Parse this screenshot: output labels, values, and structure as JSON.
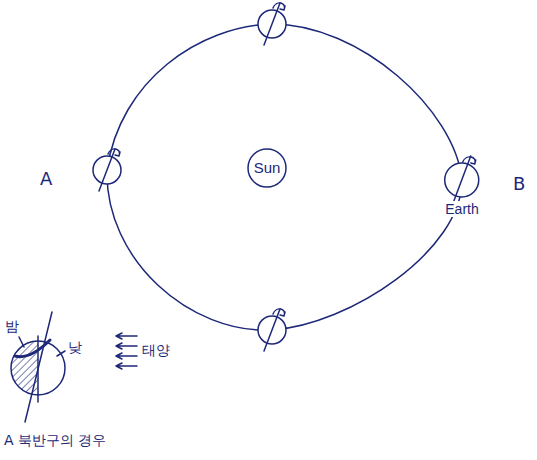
{
  "diagram": {
    "nodes": [
      {
        "text": [
          "Sun"
        ]
      },
      {
        "text": [
          "Earth"
        ]
      }
    ],
    "labels": [
      "A",
      "B",
      "밤",
      "낮",
      "태양",
      "A 북반구의 경우"
    ]
  }
}
